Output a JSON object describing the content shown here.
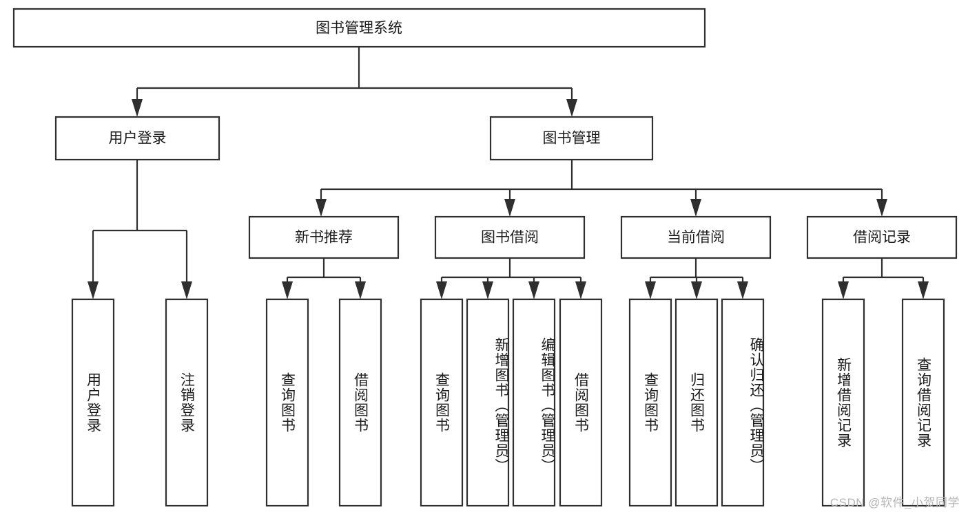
{
  "diagram": {
    "title": "图书管理系统",
    "type": "tree-hierarchy",
    "orientation": "top-down",
    "colors": {
      "box_fill": "#ffffff",
      "box_stroke": "#2f2f2f",
      "text": "#1b1b1b",
      "background": "#ffffff",
      "watermark": "#b6b6b6"
    },
    "root": {
      "label": "图书管理系统"
    },
    "level2": [
      {
        "label": "用户登录"
      },
      {
        "label": "图书管理"
      }
    ],
    "level3": [
      {
        "label": "新书推荐"
      },
      {
        "label": "图书借阅"
      },
      {
        "label": "当前借阅"
      },
      {
        "label": "借阅记录"
      }
    ],
    "leaves": {
      "user_login": [
        {
          "label": "用户登录"
        },
        {
          "label": "注销登录"
        }
      ],
      "new_book_recommend": [
        {
          "label": "查询图书"
        },
        {
          "label": "借阅图书"
        }
      ],
      "book_borrow": [
        {
          "label": "查询图书"
        },
        {
          "label": "新增图书（管理员）"
        },
        {
          "label": "编辑图书（管理员）"
        },
        {
          "label": "借阅图书"
        }
      ],
      "current_borrow": [
        {
          "label": "查询图书"
        },
        {
          "label": "归还图书"
        },
        {
          "label": "确认归还（管理员）"
        }
      ],
      "borrow_record": [
        {
          "label": "新增借阅记录"
        },
        {
          "label": "查询借阅记录"
        }
      ]
    }
  },
  "watermark": {
    "text": "CSDN @软件_小贺同学"
  }
}
